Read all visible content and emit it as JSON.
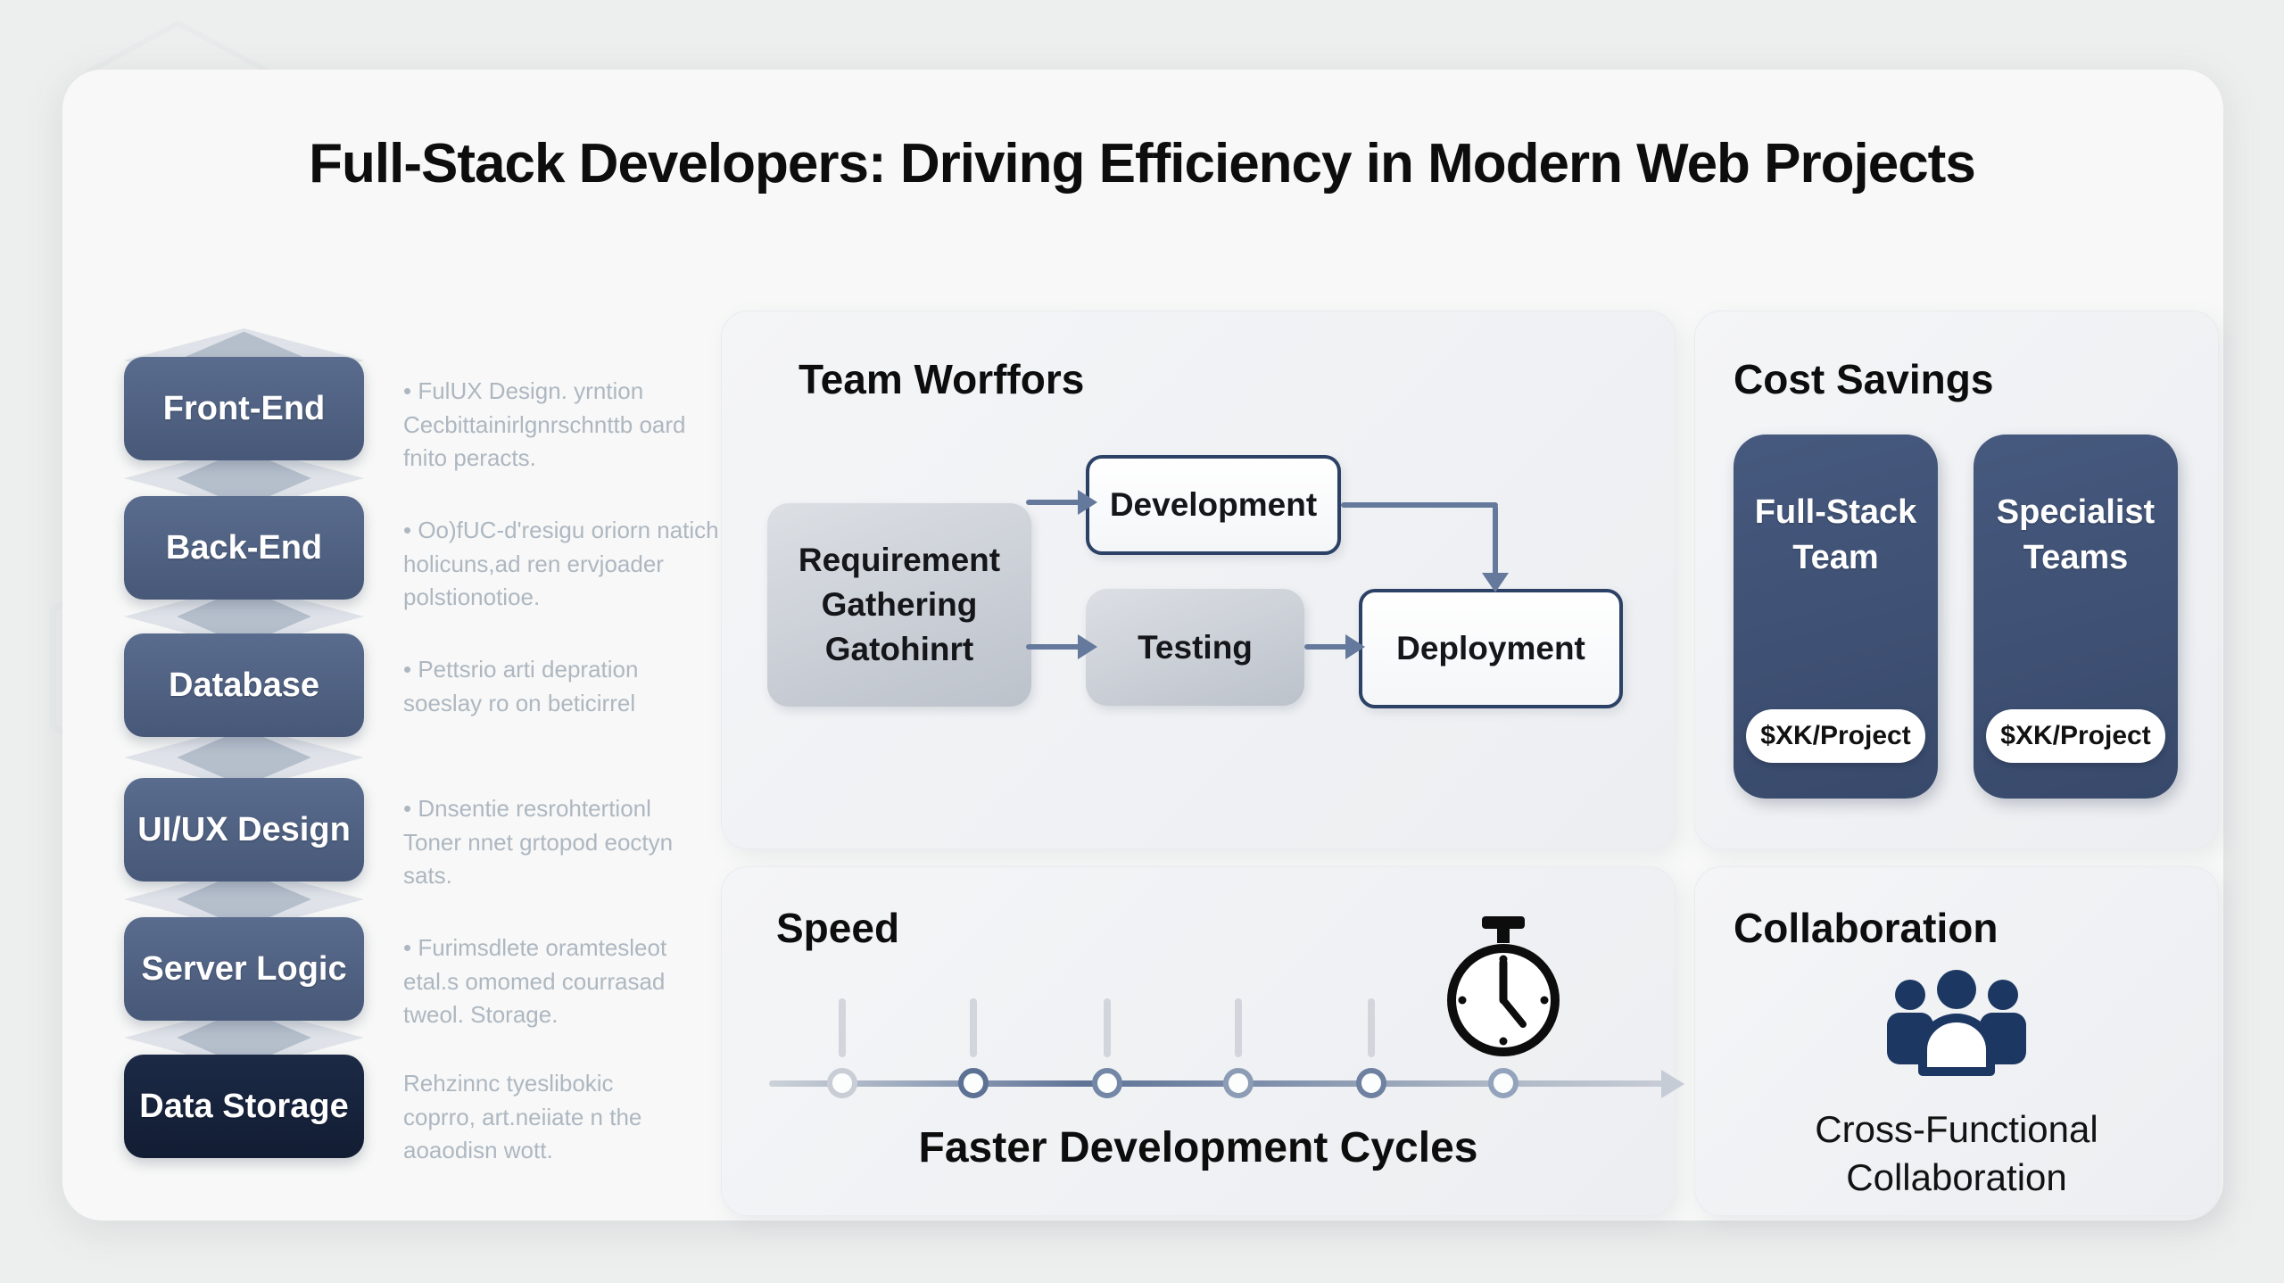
{
  "title": "Full-Stack Developers: Driving Efficiency in Modern Web Projects",
  "colors": {
    "page-bg": "#edefee",
    "card-bg": "#f7f8f7",
    "panel-bg": "#f0f1f4",
    "steel-blue-1": "#5a6c8e",
    "steel-blue-2": "#475878",
    "navy-dark-1": "#1c2a46",
    "navy-dark-2": "#121d33",
    "cost-card-1": "#46597e",
    "cost-card-2": "#38496b",
    "arrow-blue": "#64799c",
    "node-grey-1": "#dcdfe4",
    "node-grey-2": "#bcc2cb",
    "node-border-navy": "#2c4166",
    "muted-desc": "#aeb7c1",
    "icon-navy": "#1d3763",
    "ink": "#0d0d0d",
    "connector-light": "#dfe3e9",
    "connector-mid": "#b5bfcc"
  },
  "stack": {
    "items": [
      {
        "label": "Front-End",
        "desc": "• FulUX Design. yrntion\nCecbittainirlgnrschnttb oard\nfnito peracts."
      },
      {
        "label": "Back-End",
        "desc": "• Oo)fUC-d'resigu oriorn natich\nholicuns,ad ren ervjoader\npolstionotioe."
      },
      {
        "label": "Database",
        "desc": "• Pettsrio arti depration\nsoeslay ro on beticirrel"
      },
      {
        "label": "UI/UX Design",
        "desc": "• Dnsentie resrohtertionl\nToner nnet grtopod eoctyn\nsats."
      },
      {
        "label": "Server Logic",
        "desc": "• Furimsdlete oramtesleot\netal.s omomed courrasad\ntweol. Storage."
      },
      {
        "label": "Data Storage",
        "desc": "Rehzinnc tyeslibokic\ncoprro, art.neiiate n the\naoaodisn wott."
      }
    ]
  },
  "workflow": {
    "panel_title": "Team Worffors",
    "nodes": {
      "requirement": "Requirement\nGathering\nGatohinrt",
      "development": "Development",
      "testing": "Testing",
      "deployment": "Deployment"
    }
  },
  "cost": {
    "panel_title": "Cost Savings",
    "cards": [
      {
        "name": "Full-Stack\nTeam",
        "price": "$XK/Project"
      },
      {
        "name": "Specialist\nTeams",
        "price": "$XK/Project"
      }
    ]
  },
  "speed": {
    "panel_title": "Speed",
    "caption": "Faster Development Cycles",
    "icon": "stopwatch-icon"
  },
  "collaboration": {
    "panel_title": "Collaboration",
    "caption": "Cross-Functional\nCollaboration",
    "icon": "people-icon"
  }
}
